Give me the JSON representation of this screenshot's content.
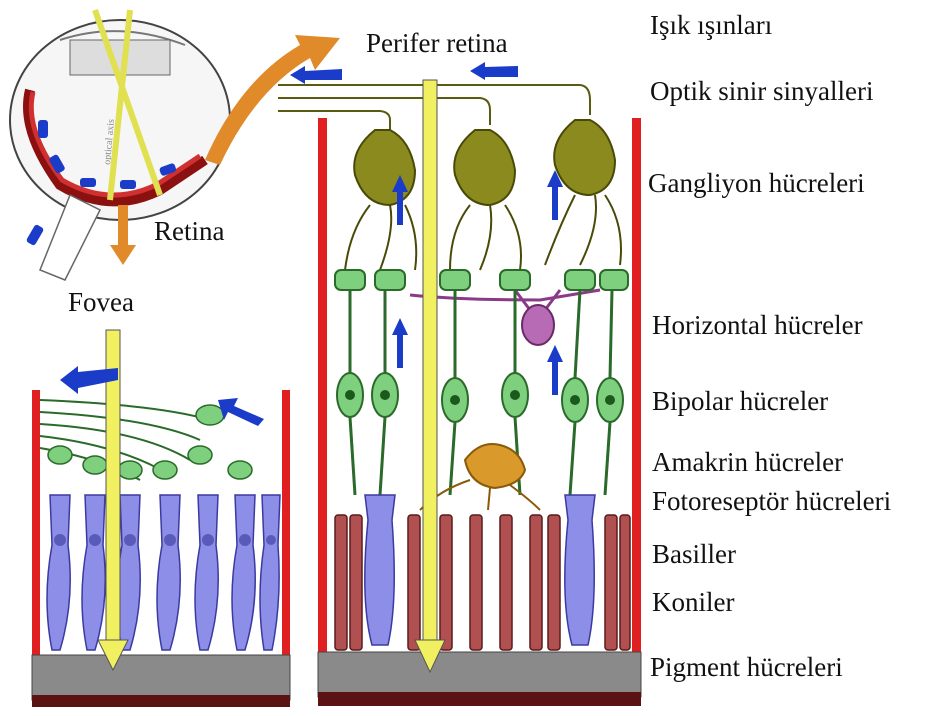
{
  "labels": {
    "isik": "Işık ışınları",
    "perifer": "Perifer retina",
    "optik": "Optik sinir sinyalleri",
    "gangliyon": "Gangliyon hücreleri",
    "retina": "Retina",
    "fovea": "Fovea",
    "horizontal": "Horizontal hücreler",
    "bipolar": "Bipolar hücreler",
    "amakrin": "Amakrin hücreler",
    "fotoreseptor": "Fotoreseptör hücreleri",
    "basiller": "Basiller",
    "koniler": "Koniler",
    "pigment": "Pigment hücreleri",
    "optical_axis": "optical axis"
  },
  "colors": {
    "ganglion": "#8a8a1e",
    "bipolar": "#7ed07e",
    "horizontal": "#b86bb5",
    "amacrine": "#d99a2b",
    "cone": "#8d8ee8",
    "rod": "#b05050",
    "pigment": "#8a8a8a",
    "border": "#e02020",
    "light_ray": "#f0f060",
    "signal_arrow": "#1a3cc8",
    "orange_arrow": "#e08a2a",
    "base": "#5a1212"
  }
}
